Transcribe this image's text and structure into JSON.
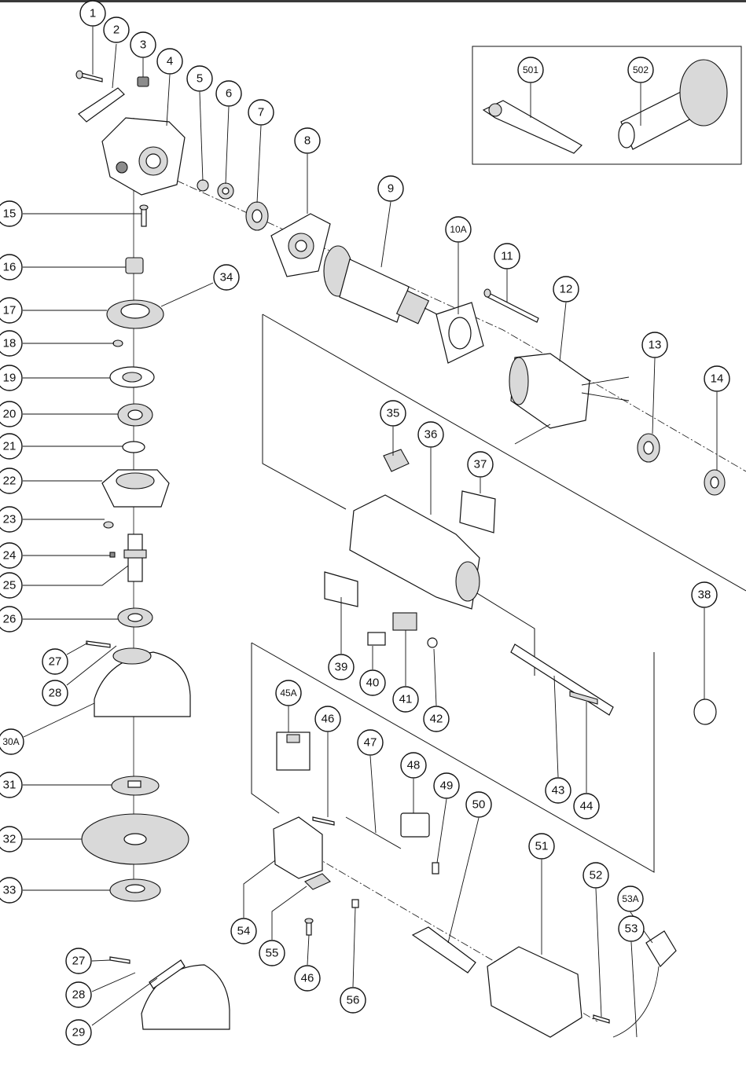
{
  "callouts": [
    {
      "id": "c1",
      "label": "1"
    },
    {
      "id": "c2",
      "label": "2"
    },
    {
      "id": "c3",
      "label": "3"
    },
    {
      "id": "c4",
      "label": "4"
    },
    {
      "id": "c5",
      "label": "5"
    },
    {
      "id": "c6",
      "label": "6"
    },
    {
      "id": "c7",
      "label": "7"
    },
    {
      "id": "c8",
      "label": "8"
    },
    {
      "id": "c9",
      "label": "9"
    },
    {
      "id": "c10a",
      "label": "10A"
    },
    {
      "id": "c11",
      "label": "11"
    },
    {
      "id": "c12",
      "label": "12"
    },
    {
      "id": "c13",
      "label": "13"
    },
    {
      "id": "c14",
      "label": "14"
    },
    {
      "id": "c15",
      "label": "15"
    },
    {
      "id": "c16",
      "label": "16"
    },
    {
      "id": "c17",
      "label": "17"
    },
    {
      "id": "c18",
      "label": "18"
    },
    {
      "id": "c19",
      "label": "19"
    },
    {
      "id": "c20",
      "label": "20"
    },
    {
      "id": "c21",
      "label": "21"
    },
    {
      "id": "c22",
      "label": "22"
    },
    {
      "id": "c23",
      "label": "23"
    },
    {
      "id": "c24",
      "label": "24"
    },
    {
      "id": "c25",
      "label": "25"
    },
    {
      "id": "c26",
      "label": "26"
    },
    {
      "id": "c27a",
      "label": "27"
    },
    {
      "id": "c28a",
      "label": "28"
    },
    {
      "id": "c30a",
      "label": "30A"
    },
    {
      "id": "c31",
      "label": "31"
    },
    {
      "id": "c32",
      "label": "32"
    },
    {
      "id": "c33",
      "label": "33"
    },
    {
      "id": "c27b",
      "label": "27"
    },
    {
      "id": "c28b",
      "label": "28"
    },
    {
      "id": "c29",
      "label": "29"
    },
    {
      "id": "c34",
      "label": "34"
    },
    {
      "id": "c35",
      "label": "35"
    },
    {
      "id": "c36",
      "label": "36"
    },
    {
      "id": "c37",
      "label": "37"
    },
    {
      "id": "c38",
      "label": "38"
    },
    {
      "id": "c39",
      "label": "39"
    },
    {
      "id": "c40",
      "label": "40"
    },
    {
      "id": "c41",
      "label": "41"
    },
    {
      "id": "c42",
      "label": "42"
    },
    {
      "id": "c43",
      "label": "43"
    },
    {
      "id": "c44",
      "label": "44"
    },
    {
      "id": "c45a",
      "label": "45A"
    },
    {
      "id": "c46a",
      "label": "46"
    },
    {
      "id": "c47",
      "label": "47"
    },
    {
      "id": "c48",
      "label": "48"
    },
    {
      "id": "c49",
      "label": "49"
    },
    {
      "id": "c50",
      "label": "50"
    },
    {
      "id": "c51",
      "label": "51"
    },
    {
      "id": "c52",
      "label": "52"
    },
    {
      "id": "c53a",
      "label": "53A"
    },
    {
      "id": "c53",
      "label": "53"
    },
    {
      "id": "c54",
      "label": "54"
    },
    {
      "id": "c55",
      "label": "55"
    },
    {
      "id": "c46b",
      "label": "46"
    },
    {
      "id": "c56",
      "label": "56"
    },
    {
      "id": "c501",
      "label": "501"
    },
    {
      "id": "c502",
      "label": "502"
    }
  ],
  "colors": {
    "ink": "#111111",
    "shade": "#d9d9d9",
    "dark": "#8c8c8c",
    "paper": "#ffffff"
  }
}
